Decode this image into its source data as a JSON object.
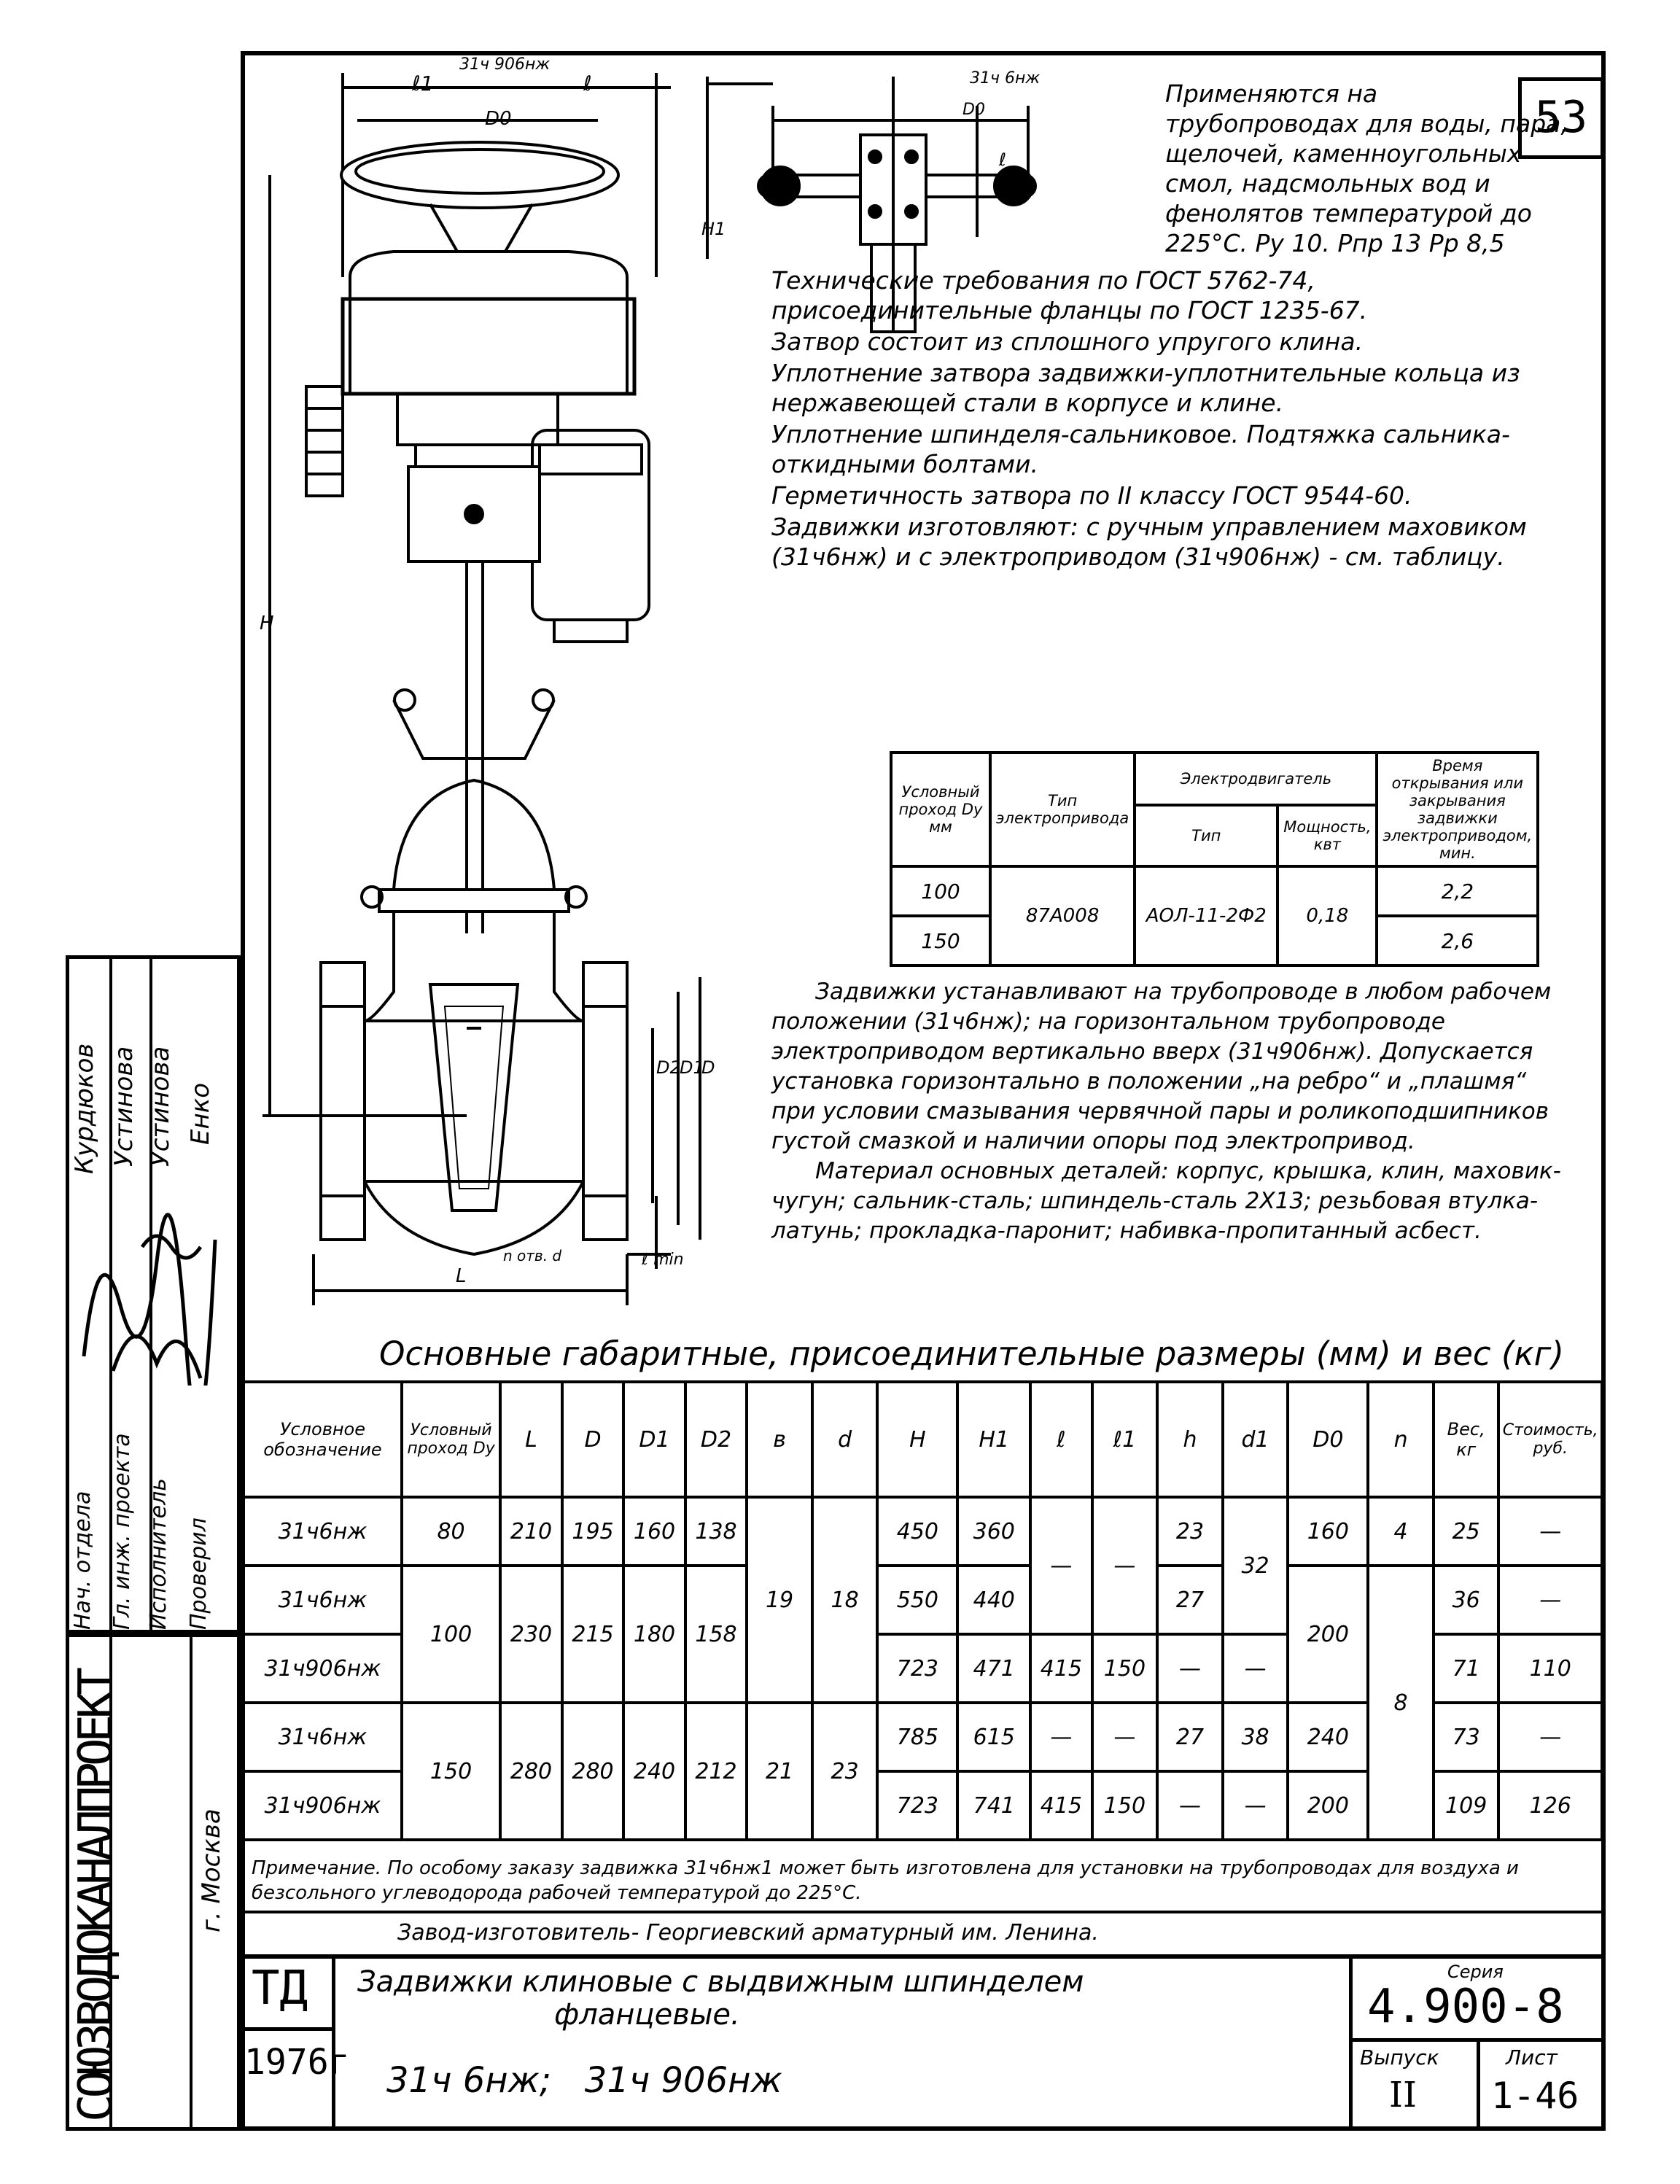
{
  "sheet_number": "53",
  "top_labels": {
    "model_left": "31ч 906нж",
    "model_right": "31ч 6нж",
    "dims": [
      "ℓ1",
      "ℓ",
      "D0",
      "D0",
      "ℓ",
      "H1",
      "H",
      "D2",
      "D1",
      "D",
      "n отв. d",
      "ℓ min",
      "L"
    ]
  },
  "description": [
    "Применяются на трубопроводах для воды, пара, щелочей, каменноугольных смол, надсмольных вод и фенолятов температурой до 225°С. Pу 10. Pпр 13 Pр 8,5",
    "Технические требования по ГОСТ 5762-74, присоединительные фланцы по ГОСТ 1235-67.",
    "Затвор состоит из сплошного упругого клина.",
    "Уплотнение затвора задвижки-уплотнительные кольца из нержавеющей стали в корпусе и клине.",
    "Уплотнение шпинделя-сальниковое. Подтяжка сальника-откидными болтами.",
    "Герметичность затвора по II классу ГОСТ 9544-60.",
    "Задвижки изготовляют: с ручным управлением маховиком (31ч6нж) и с электроприводом (31ч906нж) - см. таблицу."
  ],
  "motor_table": {
    "headers": [
      "Условный проход Dу мм",
      "Тип электропривода",
      "Электродвигатель",
      "Тип",
      "Мощность, квт",
      "Время открывания или закрывания задвижки электроприводом, мин."
    ],
    "rows": [
      [
        "100",
        "87А008",
        "АОЛ-11-2Ф2",
        "0,18",
        "2,2"
      ],
      [
        "150",
        "",
        "",
        "",
        "2,6"
      ]
    ]
  },
  "installation_note": [
    "Задвижки устанавливают на трубопроводе в любом рабочем положении (31ч6нж); на горизонтальном трубопроводе электроприводом вертикально вверх (31ч906нж). Допускается установка горизонтально в положении „на ребро“ и „плашмя“ при условии смазывания червячной пары и роликоподшипников густой смазкой и наличии опоры под электропривод.",
    "Материал основных деталей: корпус, крышка, клин, маховик-чугун; сальник-сталь; шпиндель-сталь 2Х13; резьбовая втулка-латунь; прокладка-паронит; набивка-пропитанный асбест."
  ],
  "table_title": "Основные габаритные, присоединительные размеры (мм) и вес (кг)",
  "dims_table": {
    "headers": [
      "Условное обозначение",
      "Условный проход Dу",
      "L",
      "D",
      "D1",
      "D2",
      "в",
      "d",
      "H",
      "H1",
      "ℓ",
      "ℓ1",
      "h",
      "d1",
      "D0",
      "n",
      "Вес, кг",
      "Стоимость, руб."
    ],
    "rows": [
      [
        "31ч6нж",
        "80",
        "210",
        "195",
        "160",
        "138",
        "19",
        "18",
        "450",
        "360",
        "—",
        "—",
        "23",
        "32",
        "160",
        "4",
        "25",
        "—"
      ],
      [
        "31ч6нж",
        "100",
        "230",
        "215",
        "180",
        "158",
        "",
        "",
        "550",
        "440",
        "",
        "",
        "27",
        "",
        "200",
        "",
        "36",
        "—"
      ],
      [
        "31ч906нж",
        "",
        "",
        "",
        "",
        "",
        "",
        "",
        "723",
        "471",
        "415",
        "150",
        "—",
        "—",
        "",
        "",
        "71",
        "110"
      ],
      [
        "31ч6нж",
        "150",
        "280",
        "280",
        "240",
        "212",
        "21",
        "23",
        "785",
        "615",
        "—",
        "—",
        "27",
        "38",
        "240",
        "8",
        "73",
        "—"
      ],
      [
        "31ч906нж",
        "",
        "",
        "",
        "",
        "",
        "",
        "",
        "723",
        "741",
        "415",
        "150",
        "—",
        "—",
        "200",
        "",
        "109",
        "126"
      ]
    ]
  },
  "footnote": "Примечание. По особому заказу задвижка 31ч6нж1 может быть изготовлена для установки на трубопроводах для воздуха и безсольного углеводорода рабочей температурой до 225°С.",
  "factory": "Завод-изготовитель- Георгиевский арматурный им. Ленина.",
  "title_block": {
    "org": "СОЮЗВОДОКАНАЛПРОЕКТ",
    "city": "г. Москва",
    "td": "ТД",
    "year": "1976г",
    "title_line1": "Задвижки клиновые с выдвижным шпинделем",
    "title_line2": "фланцевые.",
    "models": "31ч 6нж;   31ч 906нж",
    "series_label": "Серия",
    "series": "4.900-8",
    "issue_label": "Выпуск",
    "issue": "II",
    "sheet_label": "Лист",
    "sheet": "1-46"
  },
  "signatures": {
    "roles": [
      "Нач. отдела",
      "Гл. инж. проекта",
      "Исполнитель",
      "Проверил"
    ],
    "names": [
      "Курдюков",
      "Устинова",
      "Устинова",
      "Енко"
    ]
  }
}
